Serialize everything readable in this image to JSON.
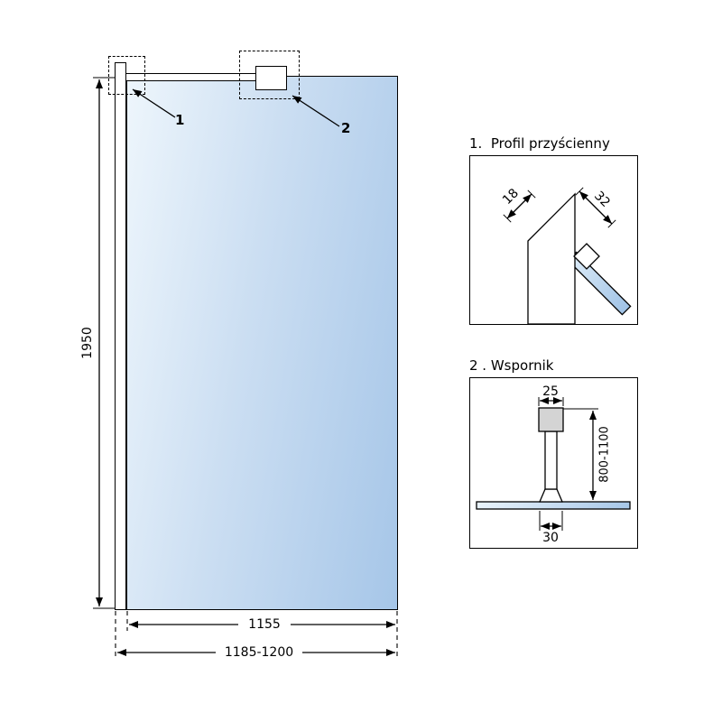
{
  "colors": {
    "glass_light": "#eef6fc",
    "glass_dark": "#a6c6e8",
    "line": "#000000",
    "metal": "#d4d4d4"
  },
  "main_drawing": {
    "callouts": {
      "one": "1",
      "two": "2"
    },
    "dimensions": {
      "height": "1950",
      "glass_width": "1155",
      "total_width": "1185-1200"
    }
  },
  "details": {
    "profile": {
      "title": "1.  Profil przyścienny",
      "dimensions": {
        "depth": "18",
        "width": "32"
      }
    },
    "bracket": {
      "title": "2 . Wspornik",
      "dimensions": {
        "top_width": "25",
        "length_range": "800-1100",
        "foot_width": "30"
      }
    }
  }
}
